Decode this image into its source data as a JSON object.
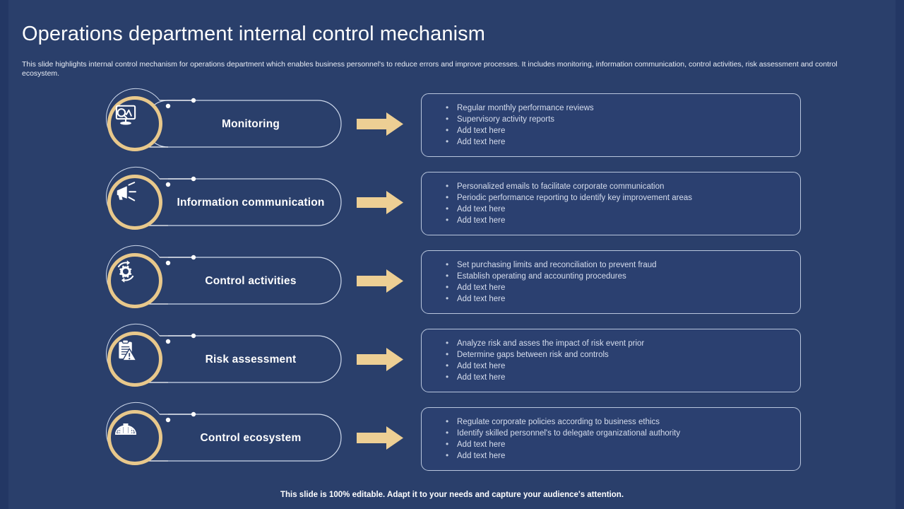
{
  "slide": {
    "title": "Operations department internal control mechanism",
    "subtitle": "This slide highlights internal control mechanism for operations department which enables business personnel's to reduce errors and improve processes. It includes monitoring, information communication, control activities, risk assessment and control ecosystem.",
    "footer": "This slide is 100% editable. Adapt it to your needs and capture your audience's attention.",
    "colors": {
      "background": "#2a3f6b",
      "accent_gold": "#e8c88b",
      "outline": "#b9c6dd",
      "title_text": "#ffffff",
      "bullet_text": "#d6dded"
    }
  },
  "rows": [
    {
      "label": "Monitoring",
      "icon": "monitor-search-icon",
      "bullets": [
        "Regular monthly performance  reviews",
        "Supervisory  activity reports",
        "Add text here",
        "Add text here"
      ]
    },
    {
      "label": "Information communication",
      "icon": "megaphone-icon",
      "bullets": [
        "Personalized emails to facilitate corporate  communication",
        "Periodic performance  reporting  to identify  key improvement  areas",
        "Add text here",
        "Add text here"
      ]
    },
    {
      "label": "Control activities",
      "icon": "gear-refresh-icon",
      "bullets": [
        "Set purchasing  limits and  reconciliation  to prevent  fraud",
        "Establish operating  and accounting  procedures",
        "Add text here",
        "Add text here"
      ]
    },
    {
      "label": "Risk assessment",
      "icon": "clipboard-warning-icon",
      "bullets": [
        "Analyze risk and  asses the impact  of risk event  prior",
        "Determine  gaps between  risk and  controls",
        "Add text here",
        "Add text here"
      ]
    },
    {
      "label": "Control ecosystem",
      "icon": "building-ecosystem-icon",
      "bullets": [
        "Regulate  corporate  policies according  to business  ethics",
        "Identify  skilled personnel's  to delegate  organizational  authority",
        "Add text here",
        "Add text here"
      ]
    }
  ]
}
